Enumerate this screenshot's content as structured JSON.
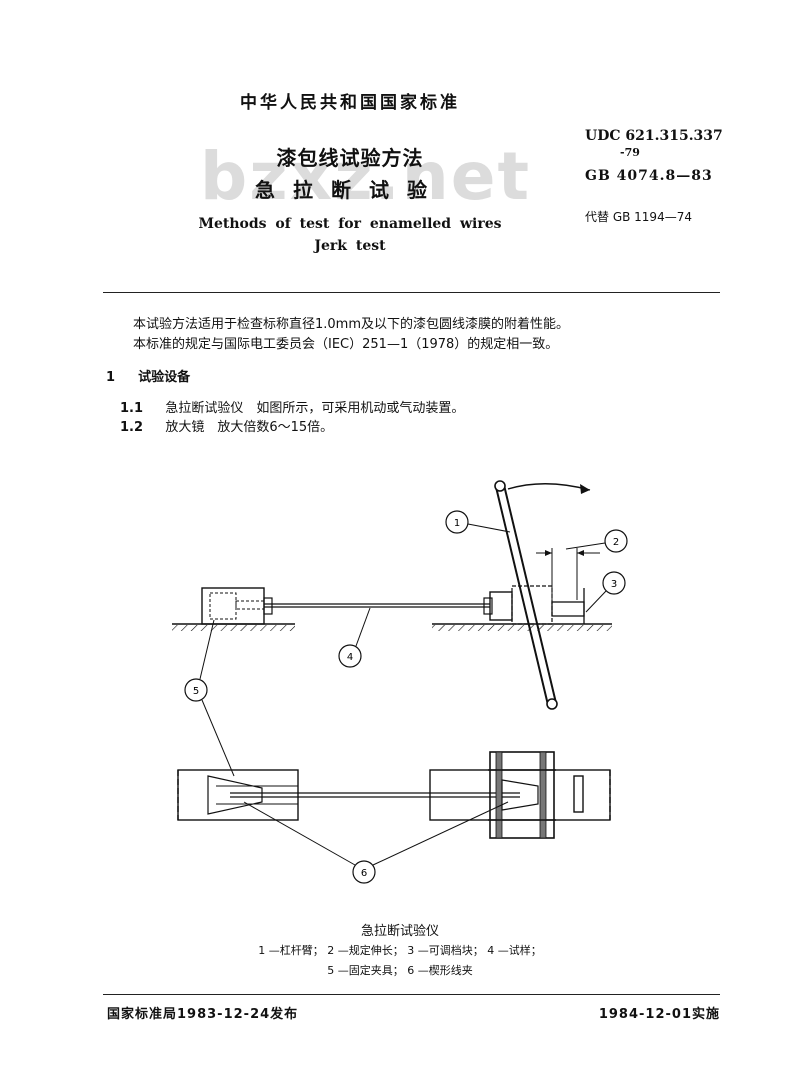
{
  "header": {
    "national_standard": "中华人民共和国国家标准",
    "title_cn_1": "漆包线试验方法",
    "title_cn_2": "急拉断试验",
    "title_en_1": "Methods of test for enamelled wires",
    "title_en_2": "Jerk test",
    "watermark": "bzxz.net",
    "udc_line1": "UDC 621.315.337",
    "udc_line2": "-79",
    "gb_number": "GB 4074.8—83",
    "replaces": "代替 GB 1194—74"
  },
  "body": {
    "para1": "本试验方法适用于检查标称直径1.0mm及以下的漆包圆线漆膜的附着性能。",
    "para2": "本标准的规定与国际电工委员会（IEC）251—1（1978）的规定相一致。",
    "section1_num": "1",
    "section1_title": "试验设备",
    "item1_num": "1.1",
    "item1_text": "急拉断试验仪　如图所示，可采用机动或气动装置。",
    "item2_num": "1.2",
    "item2_text": "放大镜　放大倍数6～15倍。"
  },
  "figure": {
    "labels": [
      "1",
      "2",
      "3",
      "4",
      "5",
      "6"
    ],
    "caption": "急拉断试验仪",
    "legend_line1": "1 —杠杆臂； 2 —规定伸长； 3 —可调档块； 4 —试样；",
    "legend_line2": "5 —固定夹具； 6 —楔形线夹"
  },
  "footer": {
    "issued": "国家标准局1983-12-24发布",
    "effective": "1984-12-01实施"
  }
}
